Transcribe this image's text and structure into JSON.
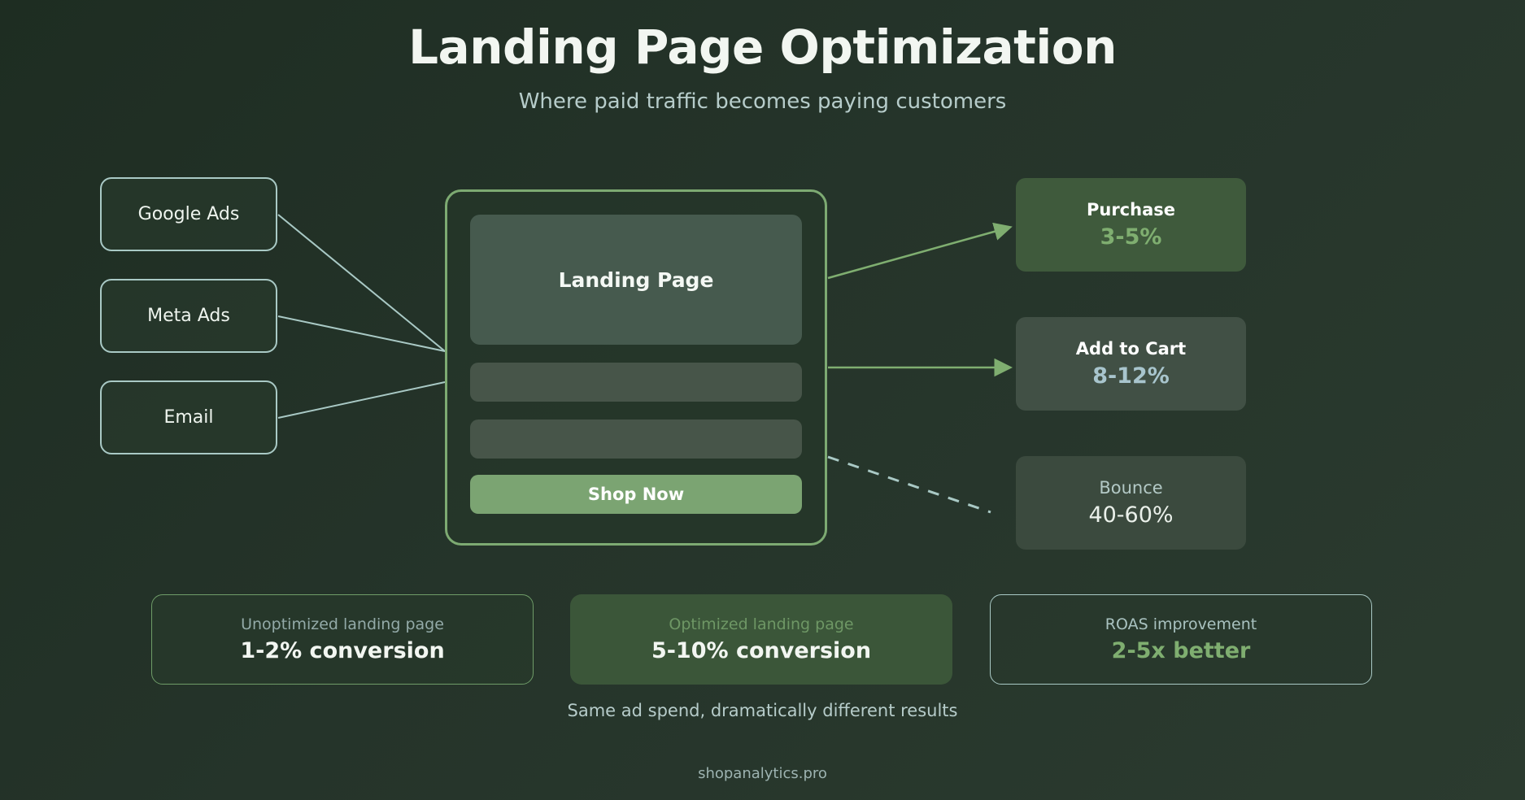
{
  "header": {
    "title": "Landing Page Optimization",
    "subtitle": "Where paid traffic becomes paying customers"
  },
  "sources": [
    {
      "label": "Google Ads"
    },
    {
      "label": "Meta Ads"
    },
    {
      "label": "Email"
    }
  ],
  "landing_page": {
    "hero_label": "Landing Page",
    "cta_label": "Shop Now"
  },
  "outcomes": [
    {
      "label": "Purchase",
      "value": "3-5%",
      "value_color": "#7fae70",
      "connector": "solid-arrow"
    },
    {
      "label": "Add to Cart",
      "value": "8-12%",
      "value_color": "#a8c5cd",
      "connector": "solid-arrow"
    },
    {
      "label": "Bounce",
      "value": "40-60%",
      "value_color": "#eaf0ea",
      "connector": "dashed"
    }
  ],
  "stats": [
    {
      "label": "Unoptimized landing page",
      "value": "1-2% conversion",
      "label_color": "#93aaa8",
      "value_color": "#f2f6f1"
    },
    {
      "label": "Optimized landing page",
      "value": "5-10% conversion",
      "label_color": "#6e9765",
      "value_color": "#f2f6f1"
    },
    {
      "label": "ROAS improvement",
      "value": "2-5x better",
      "label_color": "#a9c2c0",
      "value_color": "#7fae70"
    }
  ],
  "caption": "Same ad spend, dramatically different results",
  "footer": "shopanalytics.pro",
  "colors": {
    "background_start": "#1e2d22",
    "background_end": "#2b3b2f",
    "source_border": "#a9c9c5",
    "card_border": "#7daa72",
    "cta_green": "#7ba472",
    "link_line": "#a9c9c5",
    "arrow_green": "#7fae70"
  }
}
